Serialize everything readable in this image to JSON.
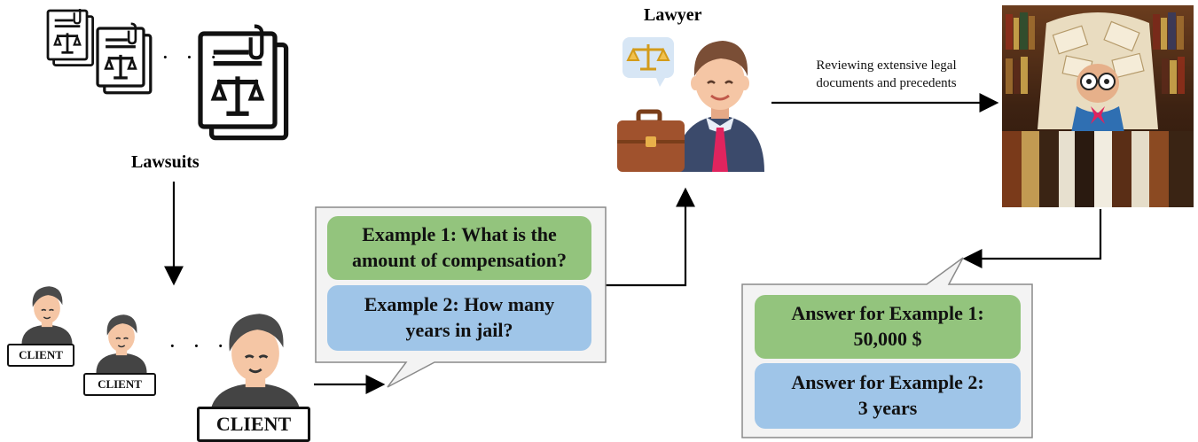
{
  "lawsuits": {
    "label": "Lawsuits",
    "dots": "· · ·"
  },
  "lawyer": {
    "label": "Lawyer"
  },
  "review_caption": {
    "line1": "Reviewing extensive legal",
    "line2": "documents and precedents"
  },
  "clients": {
    "tag": "CLIENT",
    "dots": "· · ·"
  },
  "questions": {
    "example1": {
      "line1": "Example 1: What is the",
      "line2": "amount of compensation?"
    },
    "example2": {
      "line1": "Example 2: How many",
      "line2": "years in jail?"
    }
  },
  "answers": {
    "answer1": {
      "line1": "Answer for Example 1:",
      "line2": "50,000 $"
    },
    "answer2": {
      "line1": "Answer for Example 2:",
      "line2": "3 years"
    }
  },
  "colors": {
    "green": "#93c47d",
    "blue": "#9fc5e8",
    "skin": "#f5c6a5",
    "hair": "#4a4a4a",
    "suit": "#3b4a6b",
    "tie": "#e0245e",
    "briefcase": "#a0522d"
  },
  "icons": [
    "lawsuit-document-icon",
    "lawyer-avatar-icon",
    "scales-of-justice-icon",
    "briefcase-icon",
    "client-avatar-icon",
    "library-illustration"
  ]
}
